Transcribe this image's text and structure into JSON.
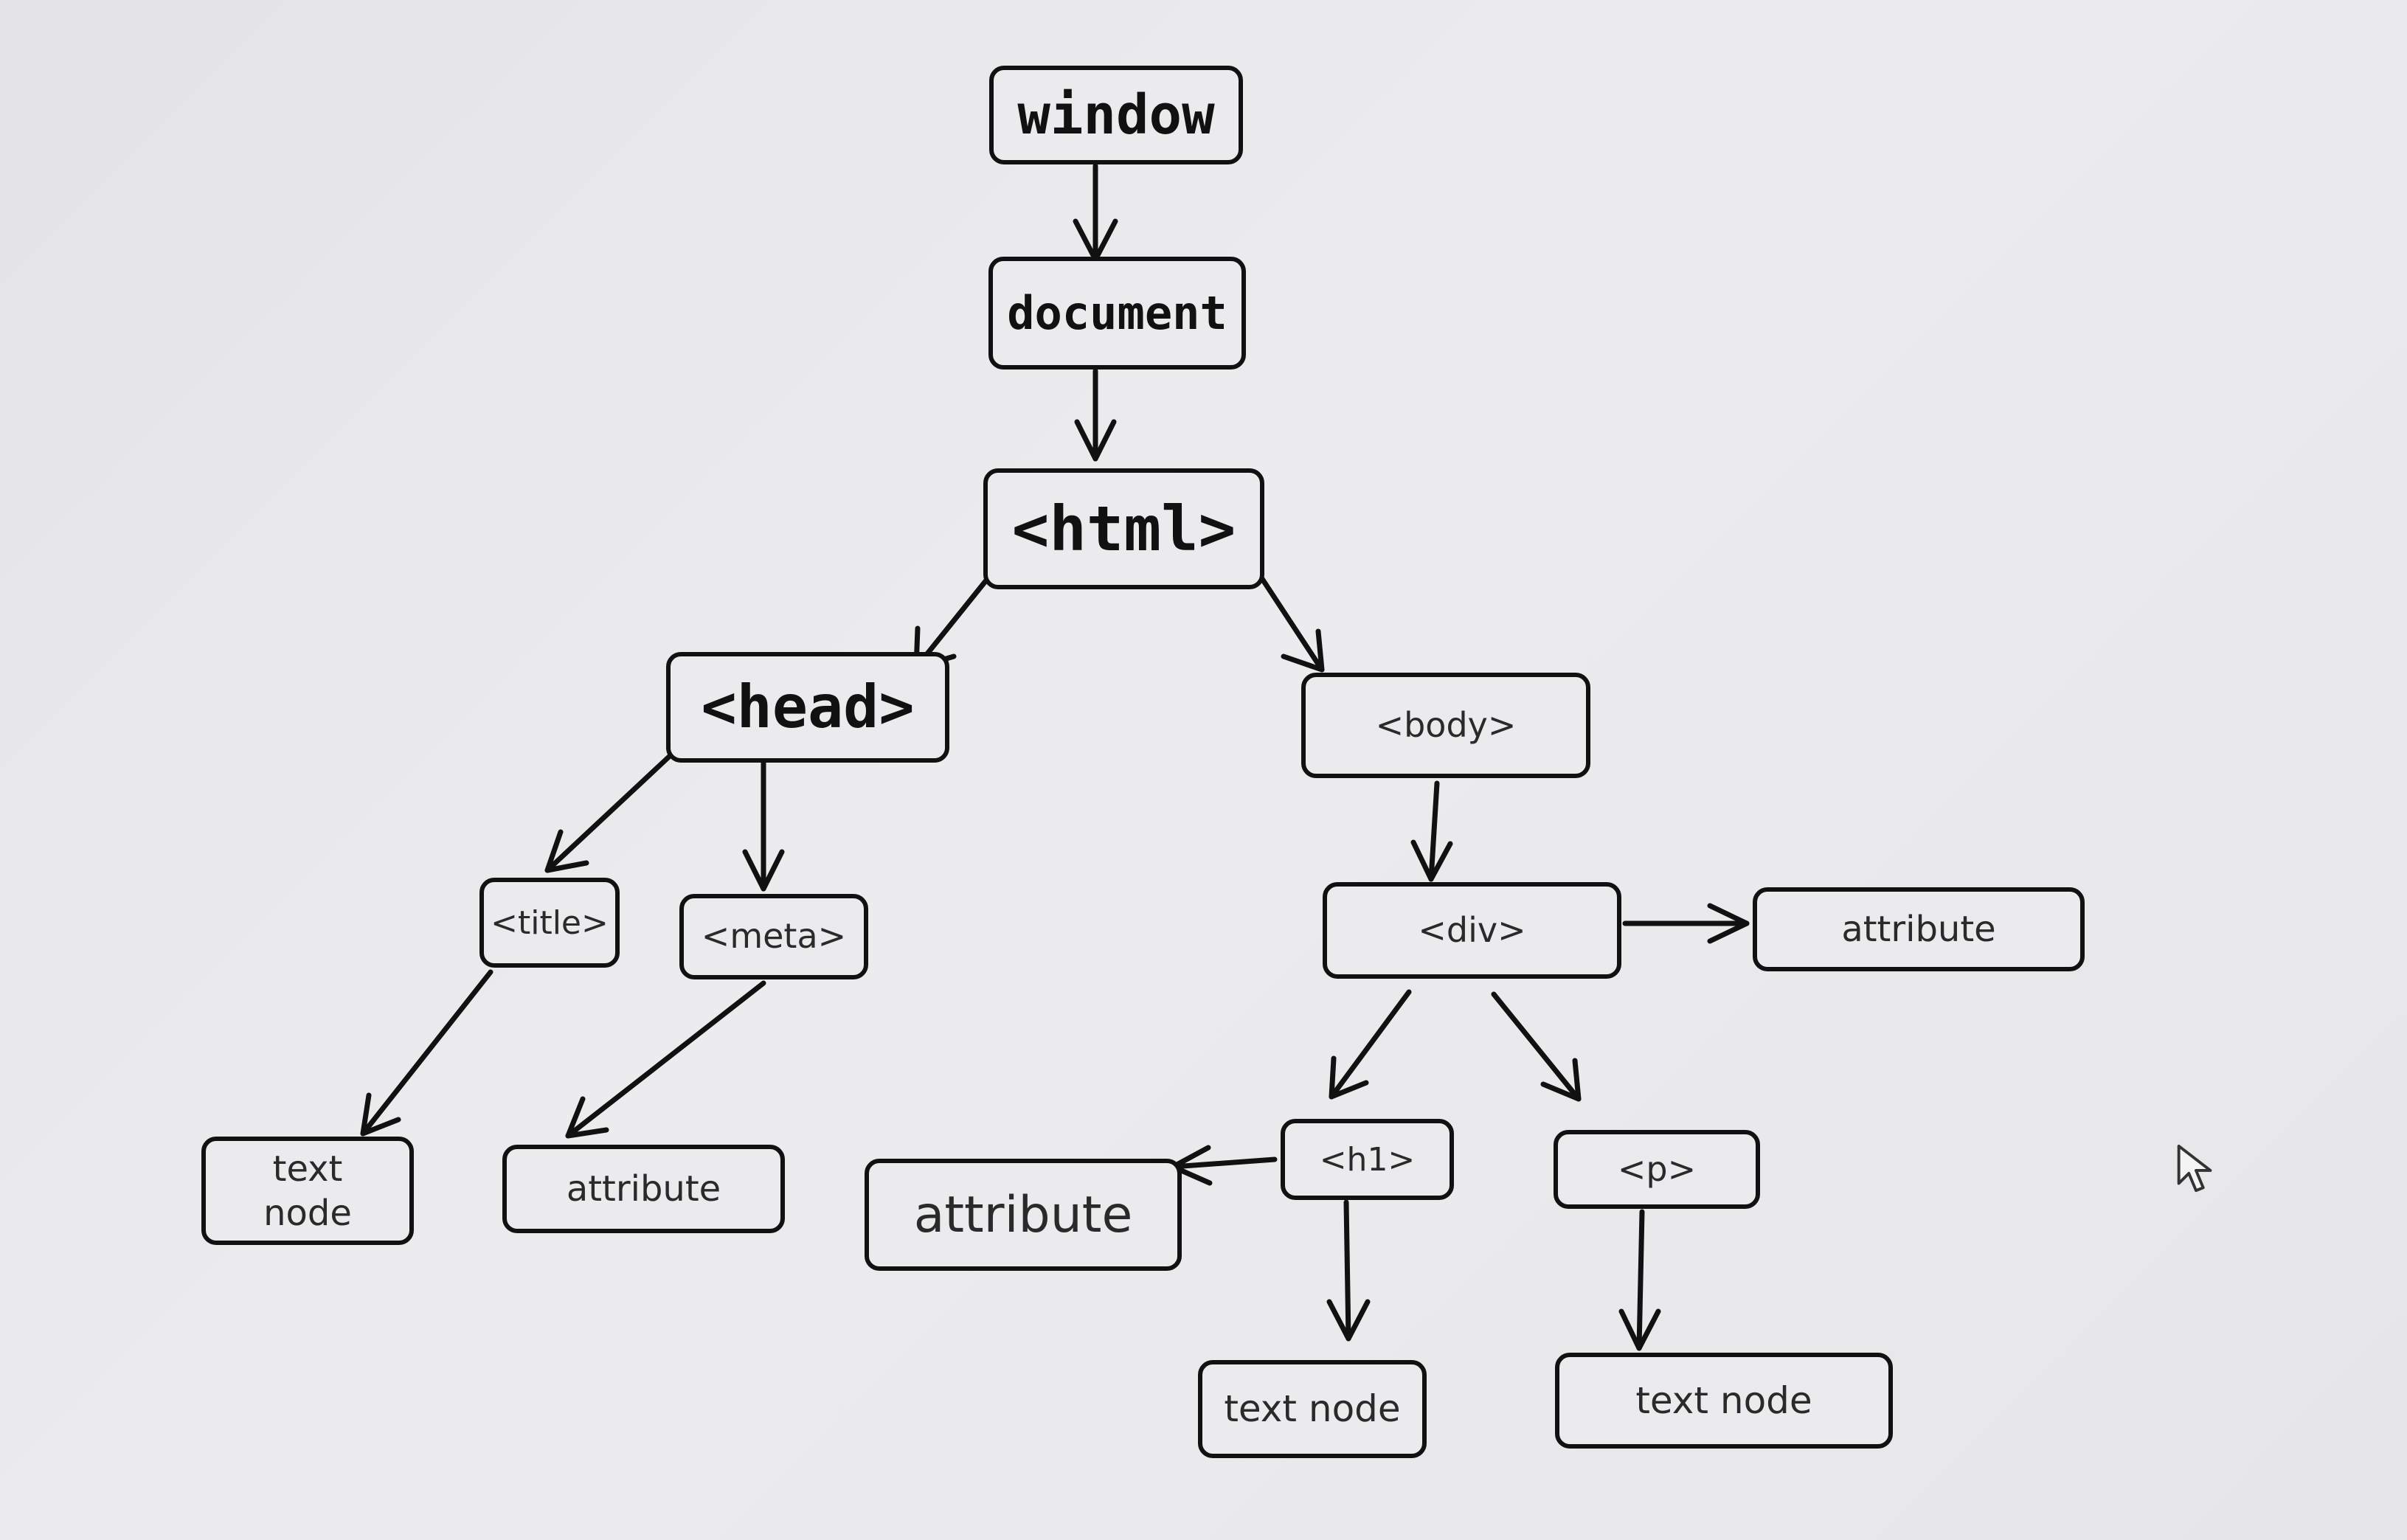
{
  "diagram": {
    "nodes": {
      "window": "window",
      "document": "document",
      "html": "<html>",
      "head": "<head>",
      "body": "<body>",
      "title": "<title>",
      "meta": "<meta>",
      "div": "<div>",
      "attr_div": "attribute",
      "textnode_title": "text\nnode",
      "attr_meta": "attribute",
      "attr_h1": "attribute",
      "h1": "<h1>",
      "p": "<p>",
      "textnode_h1": "text node",
      "textnode_p": "text node"
    },
    "edges": [
      {
        "from": "window",
        "to": "document"
      },
      {
        "from": "document",
        "to": "html"
      },
      {
        "from": "html",
        "to": "head"
      },
      {
        "from": "html",
        "to": "body"
      },
      {
        "from": "head",
        "to": "title"
      },
      {
        "from": "head",
        "to": "meta"
      },
      {
        "from": "title",
        "to": "textnode_title"
      },
      {
        "from": "meta",
        "to": "attr_meta"
      },
      {
        "from": "body",
        "to": "div"
      },
      {
        "from": "div",
        "to": "attr_div"
      },
      {
        "from": "div",
        "to": "h1"
      },
      {
        "from": "div",
        "to": "p"
      },
      {
        "from": "h1",
        "to": "attr_h1"
      },
      {
        "from": "h1",
        "to": "textnode_h1"
      },
      {
        "from": "p",
        "to": "textnode_p"
      }
    ]
  },
  "cursor": {
    "icon": "mouse-pointer-icon"
  }
}
